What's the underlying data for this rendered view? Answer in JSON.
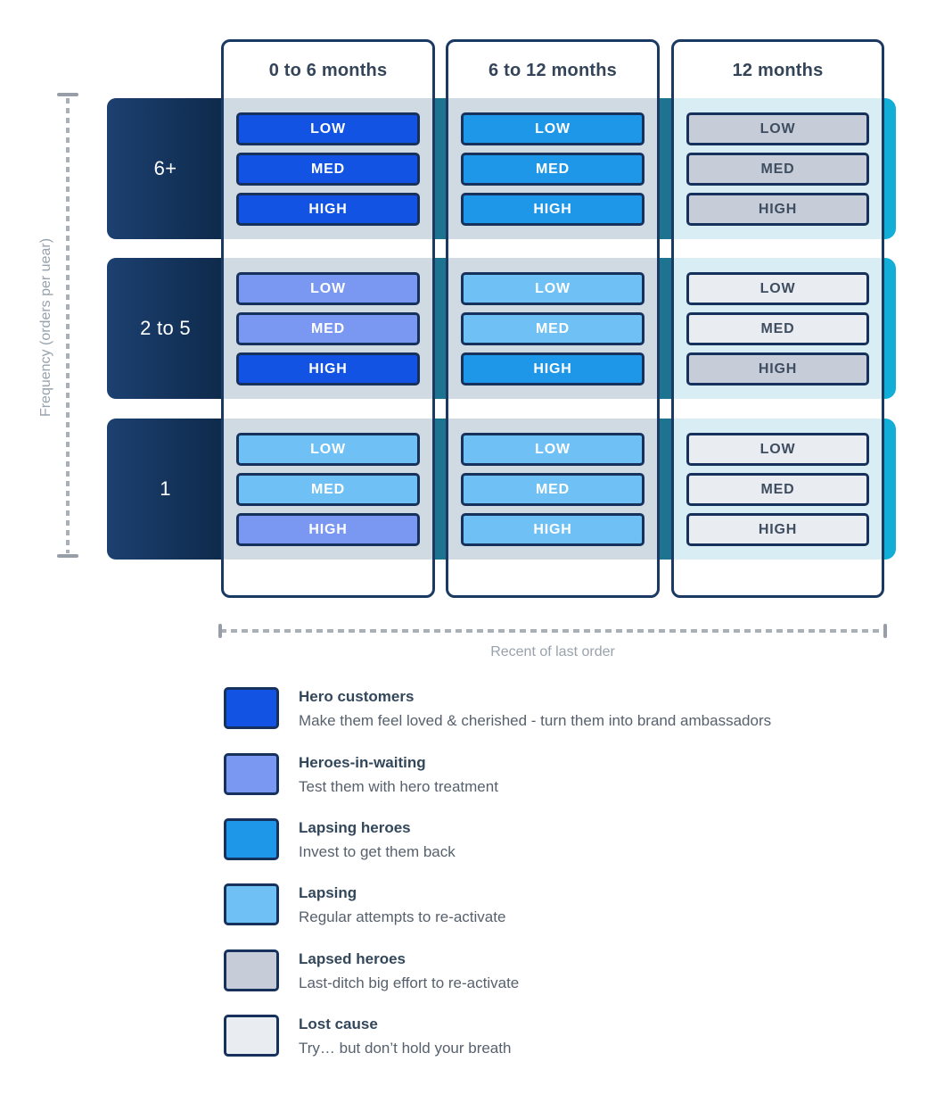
{
  "colors": {
    "navy_border": "#1b3a63",
    "pill_border": "#16315c",
    "label_grad_left": "#1c4070",
    "label_grad_right": "#0e2a4b",
    "band_teal_gap": "#1e7390",
    "band_cap_cyan": "#12aed8",
    "band_inner_blue": "#cfdae2",
    "band_inner_cyan": "#d8edf4",
    "header_text": "#34455a",
    "axis_text": "#98a2ad",
    "legend_name_text": "#33475b",
    "legend_desc_text": "#57616d"
  },
  "palette": {
    "hero": {
      "fill": "#1253e4",
      "text": "#ffffff"
    },
    "heroes_in_waiting": {
      "fill": "#7a97f1",
      "text": "#ffffff"
    },
    "lapsing_heroes": {
      "fill": "#1e97e8",
      "text": "#ffffff"
    },
    "lapsing": {
      "fill": "#6fc0f4",
      "text": "#ffffff"
    },
    "lapsed_heroes": {
      "fill": "#c6cdd9",
      "text": "#3f4d60"
    },
    "lost_cause": {
      "fill": "#e9ecf1",
      "text": "#3f4d60"
    }
  },
  "columns": [
    {
      "label": "0 to 6 months"
    },
    {
      "label": "6 to 12 months"
    },
    {
      "label": "12 months"
    }
  ],
  "pill_labels": [
    "LOW",
    "MED",
    "HIGH"
  ],
  "grid": [
    {
      "row_label": "6+",
      "cells": [
        [
          "hero",
          "hero",
          "hero"
        ],
        [
          "lapsing_heroes",
          "lapsing_heroes",
          "lapsing_heroes"
        ],
        [
          "lapsed_heroes",
          "lapsed_heroes",
          "lapsed_heroes"
        ]
      ]
    },
    {
      "row_label": "2 to 5",
      "cells": [
        [
          "heroes_in_waiting",
          "heroes_in_waiting",
          "hero"
        ],
        [
          "lapsing",
          "lapsing",
          "lapsing_heroes"
        ],
        [
          "lost_cause",
          "lost_cause",
          "lapsed_heroes"
        ]
      ]
    },
    {
      "row_label": "1",
      "cells": [
        [
          "lapsing",
          "lapsing",
          "heroes_in_waiting"
        ],
        [
          "lapsing",
          "lapsing",
          "lapsing"
        ],
        [
          "lost_cause",
          "lost_cause",
          "lost_cause"
        ]
      ]
    }
  ],
  "axes": {
    "y_label": "Frequency (orders per uear)",
    "x_label": "Recent of last order"
  },
  "legend": [
    {
      "key": "hero",
      "name": "Hero customers",
      "desc": "Make them feel loved & cherished - turn them into brand ambassadors"
    },
    {
      "key": "heroes_in_waiting",
      "name": "Heroes-in-waiting",
      "desc": "Test them with hero treatment"
    },
    {
      "key": "lapsing_heroes",
      "name": "Lapsing heroes",
      "desc": "Invest to get them back"
    },
    {
      "key": "lapsing",
      "name": "Lapsing",
      "desc": "Regular attempts to re-activate"
    },
    {
      "key": "lapsed_heroes",
      "name": "Lapsed heroes",
      "desc": "Last-ditch big effort to re-activate"
    },
    {
      "key": "lost_cause",
      "name": "Lost cause",
      "desc": "Try… but don’t hold your breath"
    }
  ]
}
